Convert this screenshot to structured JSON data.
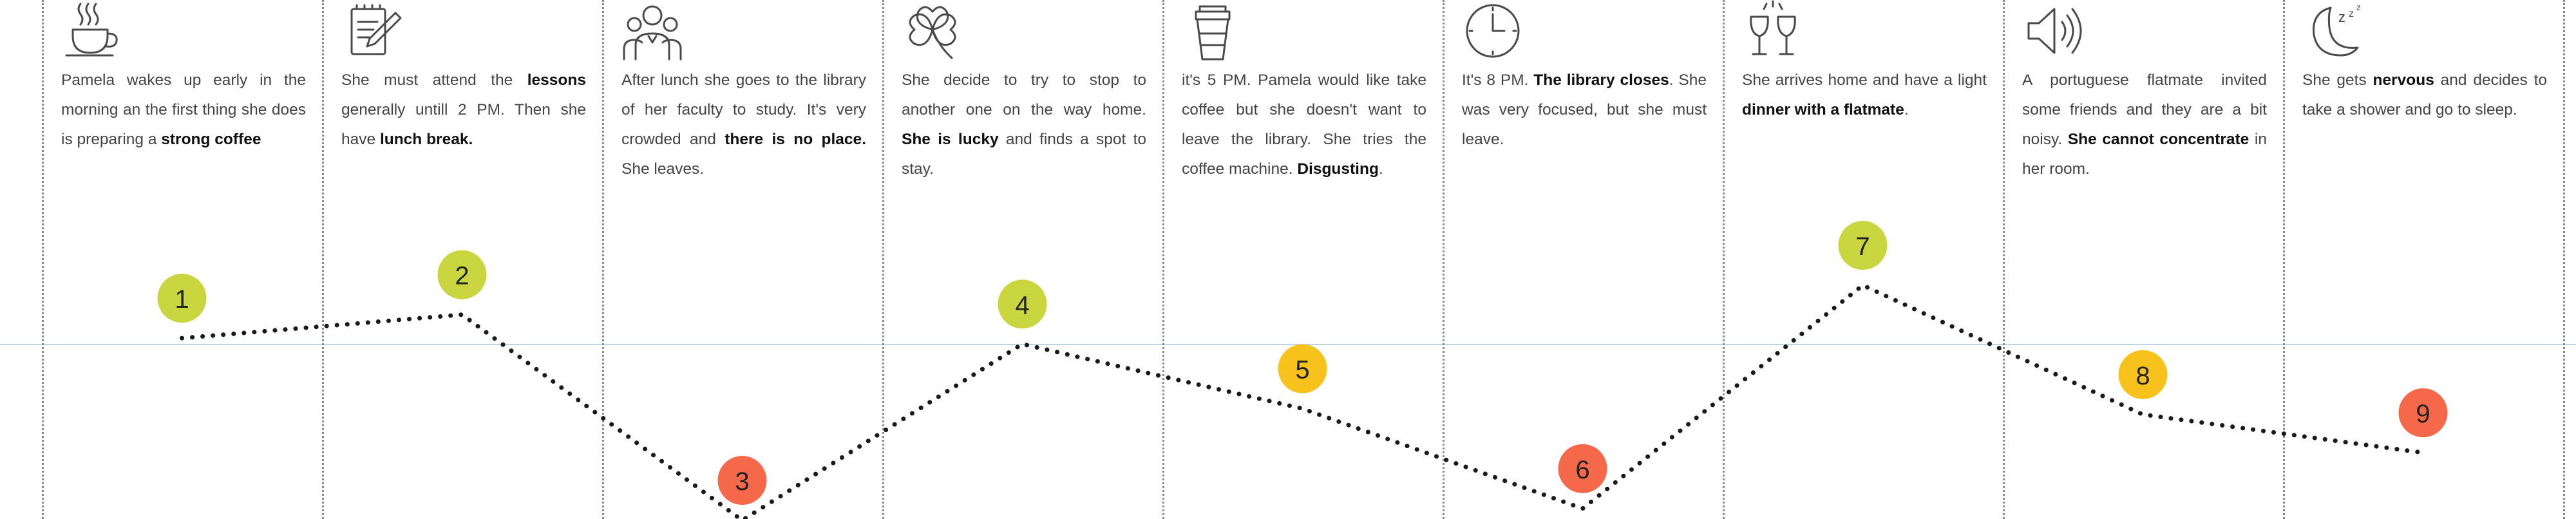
{
  "steps": [
    {
      "num": "1",
      "icon": "coffee-cup-icon",
      "level": 7.2,
      "color": "#c9d640",
      "parts": [
        {
          "t": "Pamela wakes up early in the morning an the first thing she does is preparing a "
        },
        {
          "t": "strong coffee",
          "b": true
        }
      ]
    },
    {
      "num": "2",
      "icon": "notepad-pencil-icon",
      "level": 8.0,
      "color": "#c9d640",
      "parts": [
        {
          "t": "She must attend the "
        },
        {
          "t": "lessons",
          "b": true
        },
        {
          "t": " generally untill 2 PM. Then she have "
        },
        {
          "t": "lunch break.",
          "b": true
        }
      ]
    },
    {
      "num": "3",
      "icon": "people-group-icon",
      "level": 1.0,
      "color": "#f5694a",
      "parts": [
        {
          "t": "After lunch she goes to the library of her faculty to study. It's very crowded and "
        },
        {
          "t": "there is no place.",
          "b": true
        },
        {
          "t": " She leaves."
        }
      ]
    },
    {
      "num": "4",
      "icon": "four-leaf-clover-icon",
      "level": 7.0,
      "color": "#c9d640",
      "parts": [
        {
          "t": "She decide to try to stop to another one on the way home. "
        },
        {
          "t": "She is lucky",
          "b": true
        },
        {
          "t": " and finds a spot to stay."
        }
      ]
    },
    {
      "num": "5",
      "icon": "takeaway-cup-icon",
      "level": 4.8,
      "color": "#f7c21c",
      "parts": [
        {
          "t": "it's 5 PM. Pamela would like take coffee but she doesn't want to leave the library. She tries the coffee machine. "
        },
        {
          "t": "Disgusting",
          "b": true
        },
        {
          "t": "."
        }
      ]
    },
    {
      "num": "6",
      "icon": "clock-icon",
      "level": 1.4,
      "color": "#f5694a",
      "parts": [
        {
          "t": "It's 8 PM. "
        },
        {
          "t": "The library closes",
          "b": true
        },
        {
          "t": ". She was very focused, but she must leave."
        }
      ]
    },
    {
      "num": "7",
      "icon": "wine-toast-icon",
      "level": 9.0,
      "color": "#c9d640",
      "parts": [
        {
          "t": "She arrives home and have a light "
        },
        {
          "t": "dinner with a flatmate",
          "b": true
        },
        {
          "t": "."
        }
      ]
    },
    {
      "num": "8",
      "icon": "loud-speaker-icon",
      "level": 4.6,
      "color": "#f7c21c",
      "parts": [
        {
          "t": "A portuguese flatmate invited some friends and they are a bit noisy. "
        },
        {
          "t": "She cannot concentrate",
          "b": true
        },
        {
          "t": " in her room."
        }
      ]
    },
    {
      "num": "9",
      "icon": "moon-sleep-icon",
      "level": 3.3,
      "color": "#f5694a",
      "parts": [
        {
          "t": "She gets "
        },
        {
          "t": "nervous",
          "b": true
        },
        {
          "t": " and decides to take a shower and go to sleep."
        }
      ]
    }
  ],
  "line_color": "#1a1a1a"
}
